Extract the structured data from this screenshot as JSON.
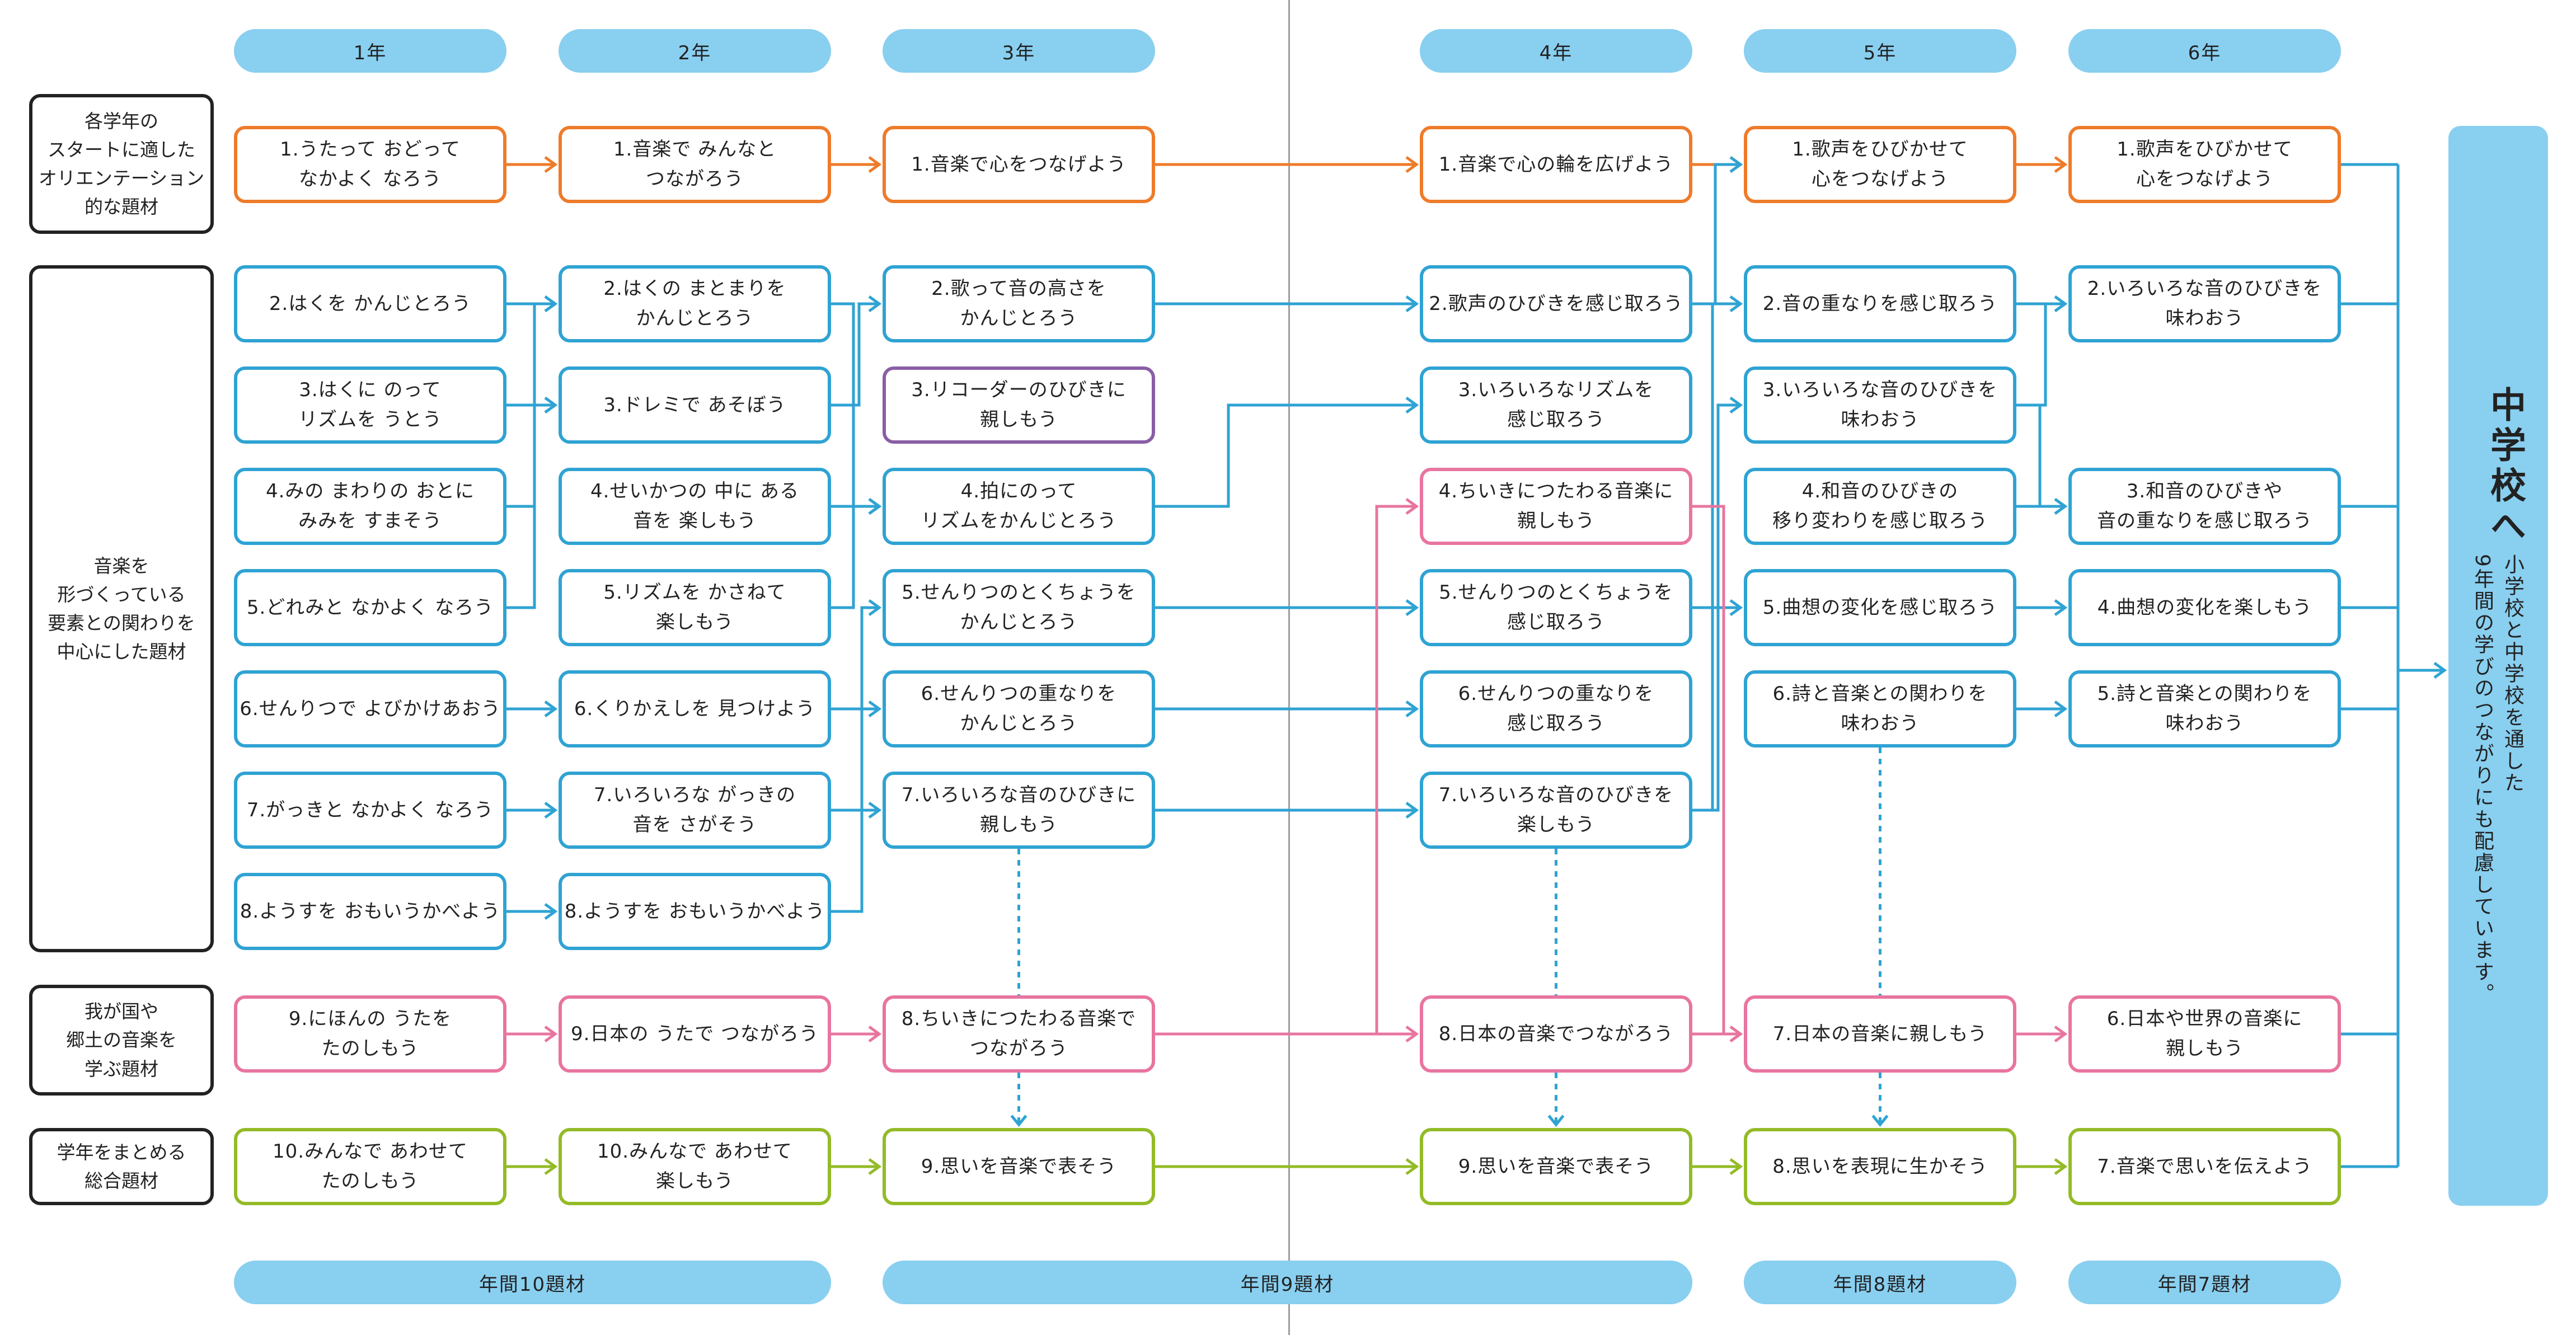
{
  "colors": {
    "orange": "#ee7b2a",
    "blue": "#2fa3d3",
    "pink": "#e8759f",
    "green": "#93bb27",
    "purple": "#8a5ea6",
    "pill": "#89cff0"
  },
  "grades": [
    "1年",
    "2年",
    "3年",
    "4年",
    "5年",
    "6年"
  ],
  "categories": [
    "各学年の\nスタートに適した\nオリエンテーション\n的な題材",
    "音楽を\n形づくっている\n要素との関わりを\n中心にした題材",
    "我が国や\n郷土の音楽を\n学ぶ題材",
    "学年をまとめる\n総合題材"
  ],
  "topics": {
    "g1": [
      "1.うたって おどって\nなかよく なろう",
      "2.はくを かんじとろう",
      "3.はくに のって\nリズムを うとう",
      "4.みの まわりの おとに\nみみを すまそう",
      "5.どれみと なかよく なろう",
      "6.せんりつで よびかけあおう",
      "7.がっきと なかよく なろう",
      "8.ようすを おもいうかべよう",
      "9.にほんの うたを\nたのしもう",
      "10.みんなで あわせて\nたのしもう"
    ],
    "g2": [
      "1.音楽で みんなと\nつながろう",
      "2.はくの まとまりを\nかんじとろう",
      "3.ドレミで あそぼう",
      "4.せいかつの 中に ある\n音を 楽しもう",
      "5.リズムを かさねて\n楽しもう",
      "6.くりかえしを 見つけよう",
      "7.いろいろな がっきの\n音を さがそう",
      "8.ようすを おもいうかべよう",
      "9.日本の うたで つながろう",
      "10.みんなで あわせて\n楽しもう"
    ],
    "g3": [
      "1.音楽で心をつなげよう",
      "2.歌って音の高さを\nかんじとろう",
      "3.リコーダーのひびきに\n親しもう",
      "4.拍にのって\nリズムをかんじとろう",
      "5.せんりつのとくちょうを\nかんじとろう",
      "6.せんりつの重なりを\nかんじとろう",
      "7.いろいろな音のひびきに\n親しもう",
      "8.ちいきにつたわる音楽で\nつながろう",
      "9.思いを音楽で表そう"
    ],
    "g4": [
      "1.音楽で心の輪を広げよう",
      "2.歌声のひびきを感じ取ろう",
      "3.いろいろなリズムを\n感じ取ろう",
      "4.ちいきにつたわる音楽に\n親しもう",
      "5.せんりつのとくちょうを\n感じ取ろう",
      "6.せんりつの重なりを\n感じ取ろう",
      "7.いろいろな音のひびきを\n楽しもう",
      "8.日本の音楽でつながろう",
      "9.思いを音楽で表そう"
    ],
    "g5": [
      "1.歌声をひびかせて\n心をつなげよう",
      "2.音の重なりを感じ取ろう",
      "3.いろいろな音のひびきを\n味わおう",
      "4.和音のひびきの\n移り変わりを感じ取ろう",
      "5.曲想の変化を感じ取ろう",
      "6.詩と音楽との関わりを\n味わおう",
      "7.日本の音楽に親しもう",
      "8.思いを表現に生かそう"
    ],
    "g6": [
      "1.歌声をひびかせて\n心をつなげよう",
      "2.いろいろな音のひびきを\n味わおう",
      "3.和音のひびきや\n音の重なりを感じ取ろう",
      "4.曲想の変化を楽しもう",
      "5.詩と音楽との関わりを\n味わおう",
      "6.日本や世界の音楽に\n親しもう",
      "7.音楽で思いを伝えよう"
    ]
  },
  "totals": [
    "年間10題材",
    "年間9題材",
    "年間8題材",
    "年間7題材"
  ],
  "jhs": {
    "title": "中学校へ",
    "subtitle": "小学校と中学校を通した\n9年間の学びのつながりにも配慮しています。"
  }
}
